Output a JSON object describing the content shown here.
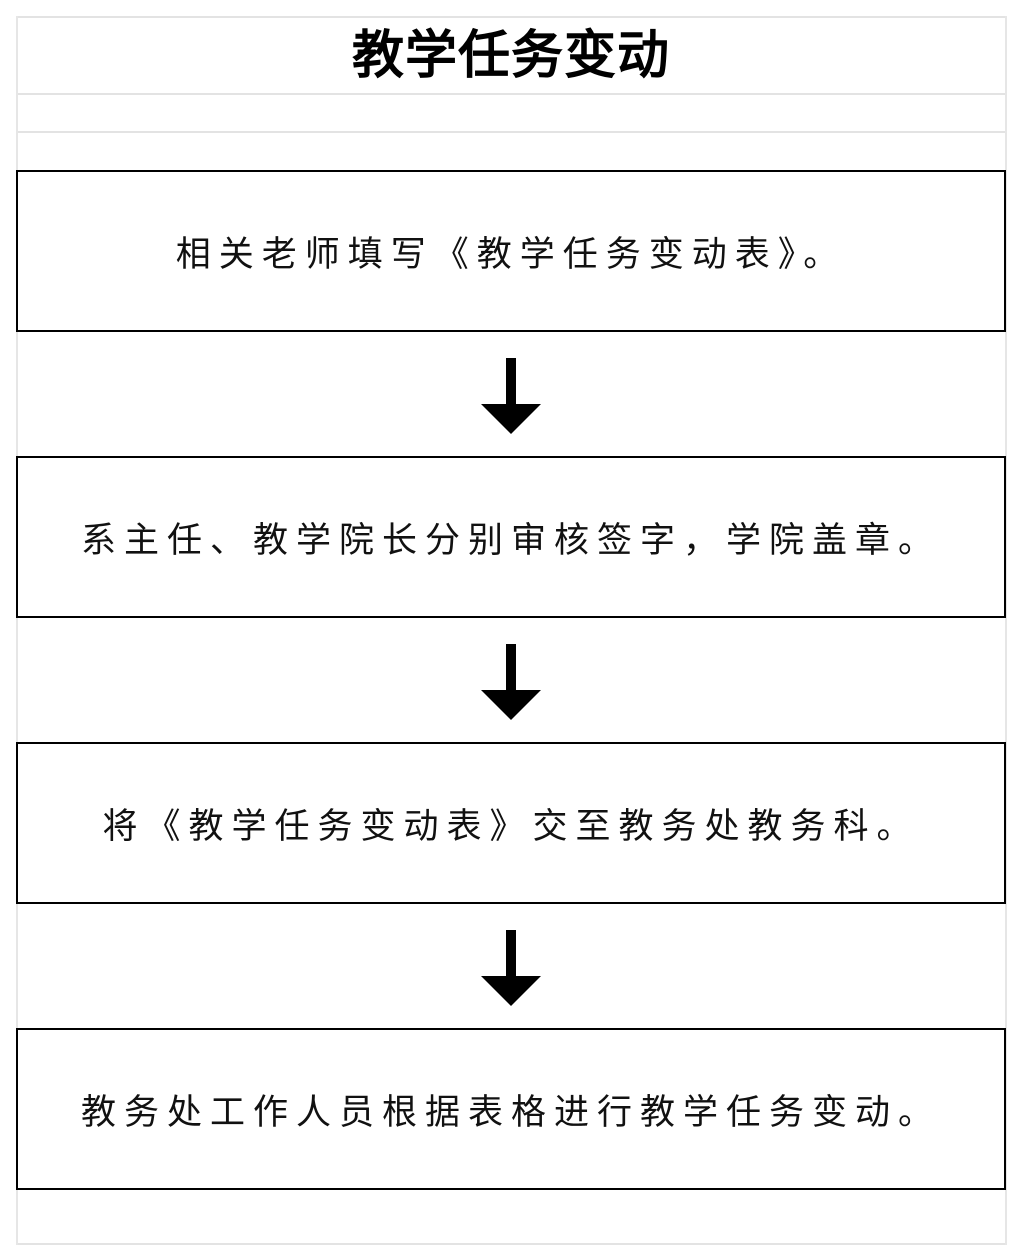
{
  "title": "教学任务变动",
  "steps": [
    "相关老师填写《教学任务变动表》。",
    "系主任、教学院长分别审核签字，学院盖章。",
    "将《教学任务变动表》交至教务处教务科。",
    "教务处工作人员根据表格进行教学任务变动。"
  ]
}
